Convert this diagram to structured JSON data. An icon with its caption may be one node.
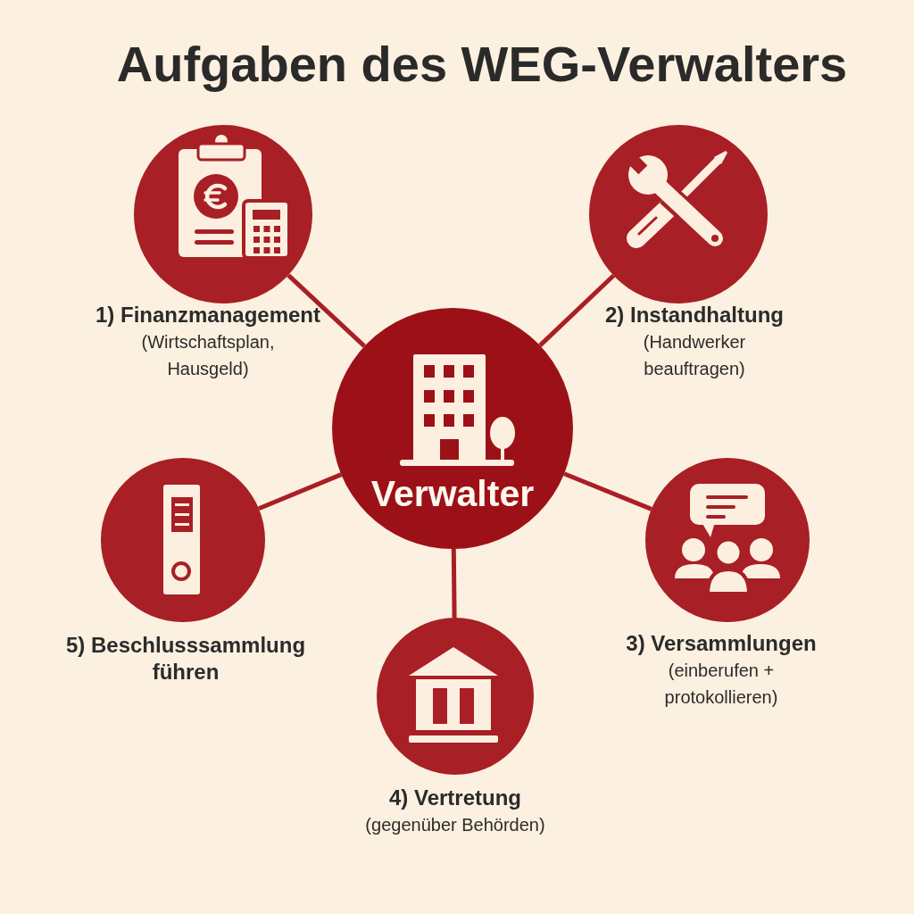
{
  "diagram": {
    "title": "Aufgaben des WEG-Verwalters",
    "nodes": [
      {
        "text": [
          "Verwalter"
        ]
      },
      {
        "text": [
          "1) Finanzmanagement",
          "(Wirtschaftsplan, Hausgeld)"
        ]
      },
      {
        "text": [
          "2) Instandhaltung",
          "(Handwerker beauftragen)"
        ]
      },
      {
        "text": [
          "3) Versammlungen",
          "(einberufen + protokollieren)"
        ]
      },
      {
        "text": [
          "4) Vertretung",
          "(gegenüber Behörden)"
        ]
      },
      {
        "text": [
          "5) Beschlusssammlung führen"
        ]
      }
    ],
    "edges": [
      {
        "from": 0,
        "to": 1,
        "arrow": "none"
      },
      {
        "from": 0,
        "to": 2,
        "arrow": "none"
      },
      {
        "from": 0,
        "to": 3,
        "arrow": "none"
      },
      {
        "from": 0,
        "to": 4,
        "arrow": "none"
      },
      {
        "from": 0,
        "to": 5,
        "arrow": "none"
      }
    ]
  }
}
